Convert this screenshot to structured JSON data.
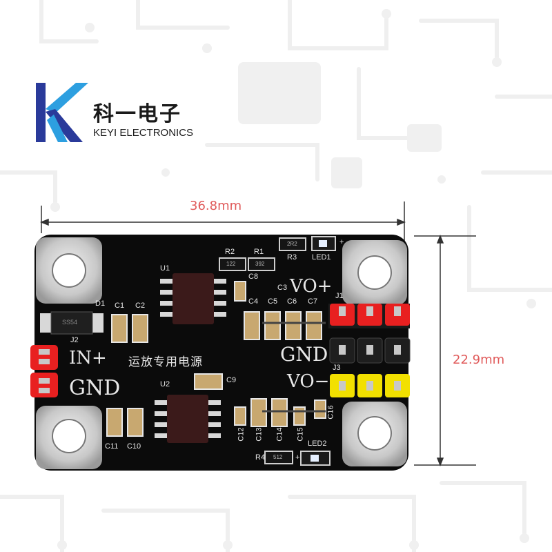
{
  "brand": {
    "name_cn": "科一电子",
    "name_en": "KEYI ELECTRONICS",
    "logo_colors": [
      "#2a3a9a",
      "#2d9fe0"
    ]
  },
  "dimensions": {
    "width_label": "36.8mm",
    "height_label": "22.9mm",
    "color": "#e05a5a"
  },
  "board": {
    "pcb_color": "#0d0d0d",
    "title_cn": "运放专用电源",
    "terminals": {
      "in_plus": "IN+",
      "gnd_left": "GND",
      "vo_plus": "VO+",
      "gnd_right": "GND",
      "vo_minus": "VO−"
    },
    "header_colors": {
      "vo_plus": "#e82020",
      "gnd": "#1a1a1a",
      "vo_minus": "#f2e000",
      "input": "#e82020"
    },
    "designators": {
      "u1": "U1",
      "u2": "U2",
      "d1": "D1",
      "c1": "C1",
      "c2": "C2",
      "c3": "C3",
      "c4": "C4",
      "c5": "C5",
      "c6": "C6",
      "c7": "C7",
      "c8": "C8",
      "c9": "C9",
      "c10": "C10",
      "c11": "C11",
      "c12": "C12",
      "c13": "C13",
      "c14": "C14",
      "c15": "C15",
      "c16": "C16",
      "r1": "R1",
      "r2": "R2",
      "r3": "R3",
      "r4": "R4",
      "led1": "LED1",
      "led2": "LED2",
      "j1": "J1",
      "j2": "J2",
      "j3": "J3",
      "plus1": "+",
      "plus2": "+"
    },
    "resistor_codes": {
      "r1": "392",
      "r2": "122",
      "r3": "2R2",
      "r4": "512"
    },
    "diode_code": "SS54"
  }
}
